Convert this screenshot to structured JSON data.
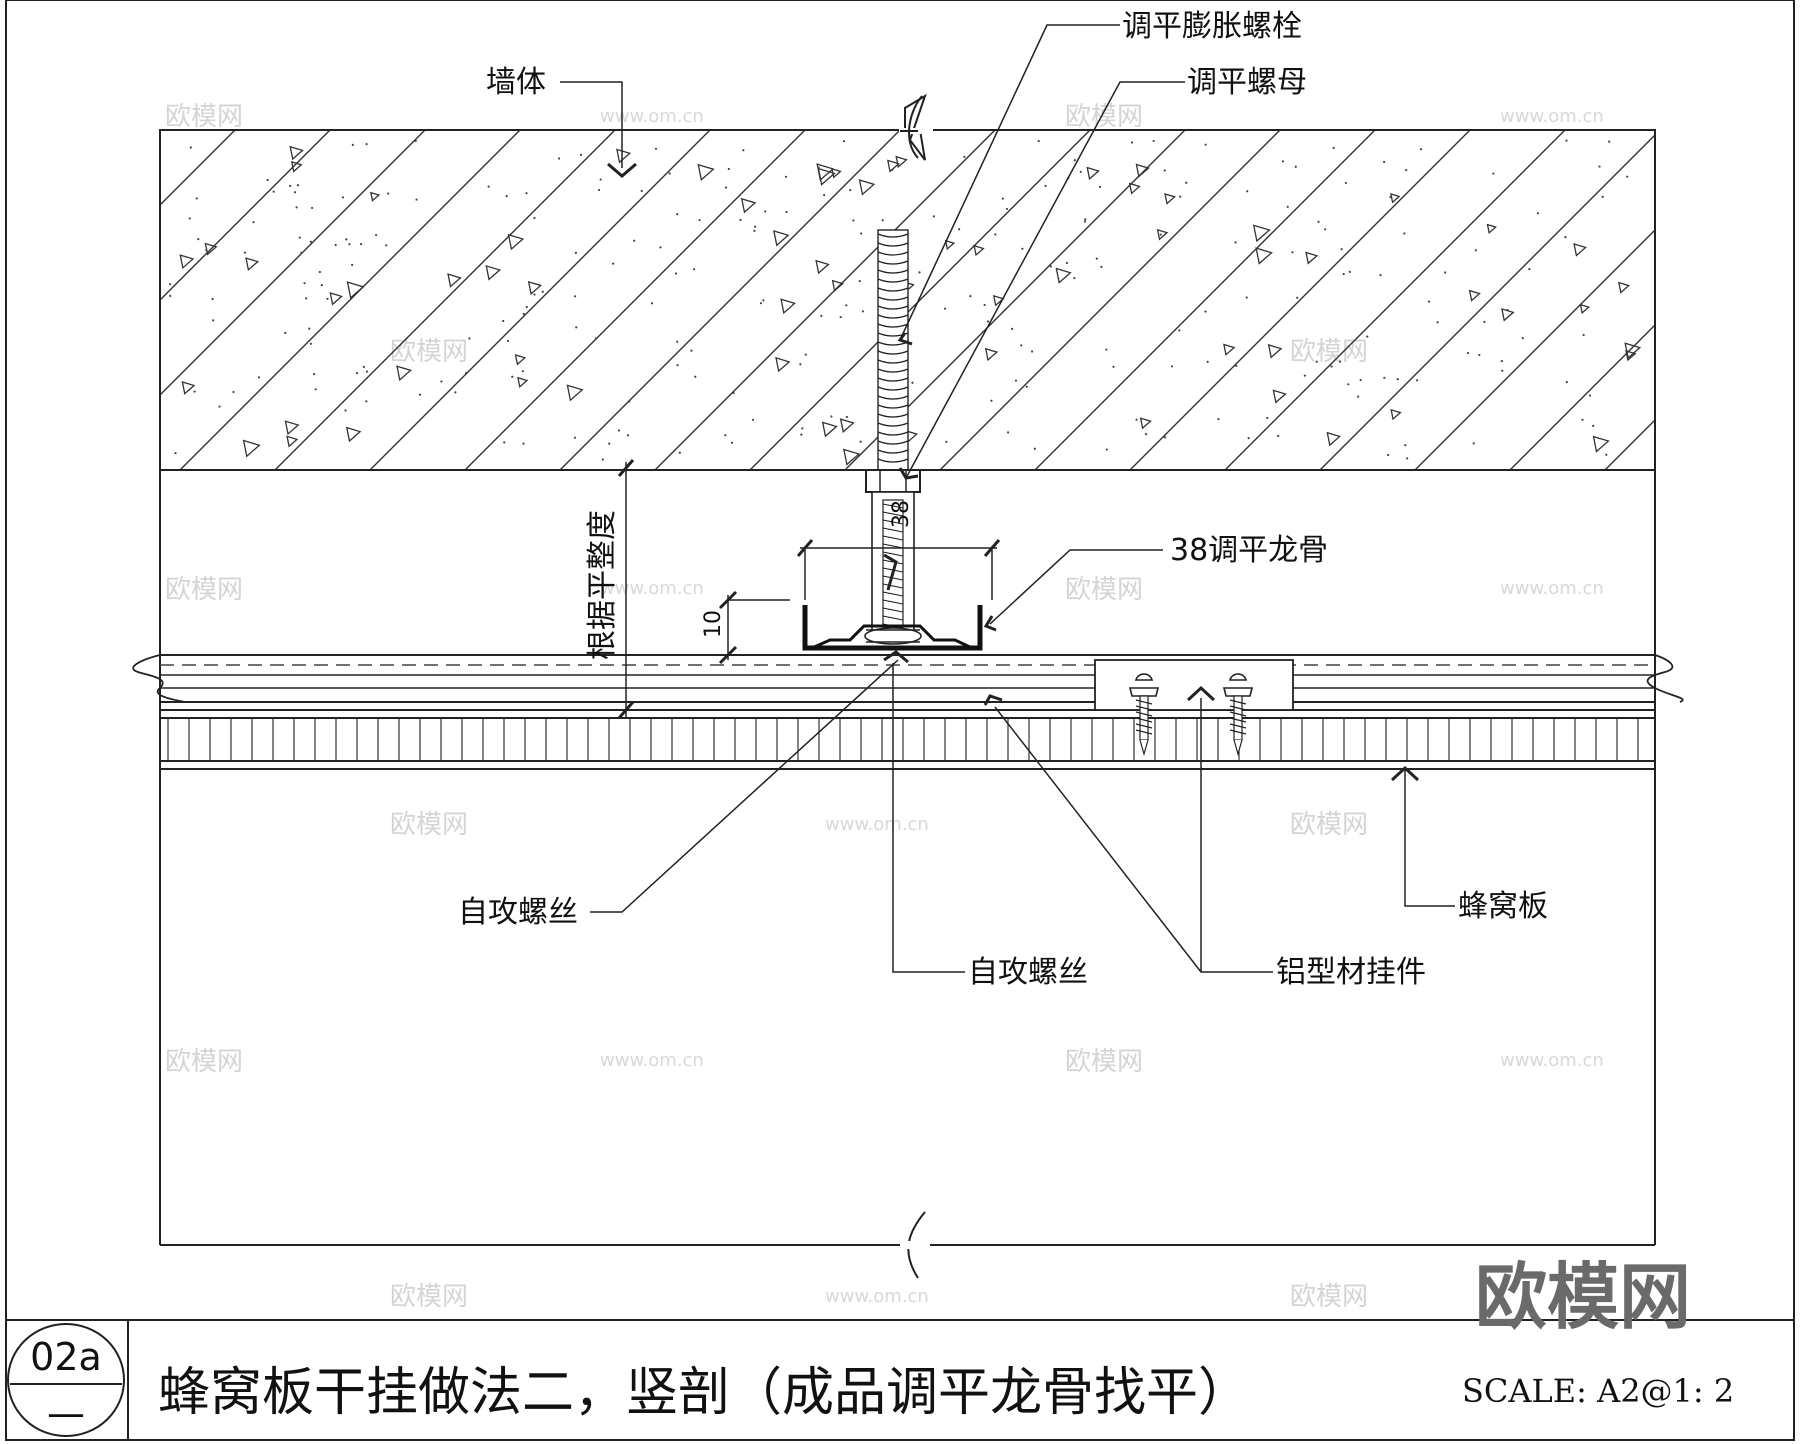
{
  "labels": {
    "wall": "墙体",
    "leveling_bolt": "调平膨胀螺栓",
    "leveling_nut": "调平螺母",
    "leveling_keel": "38调平龙骨",
    "flatness_note": "根据平整度",
    "dim_10": "10",
    "dim_38": "38",
    "self_tapping_screw_left": "自攻螺丝",
    "self_tapping_screw_center": "自攻螺丝",
    "aluminum_hanger": "铝型材挂件",
    "honeycomb_panel": "蜂窝板"
  },
  "title_block": {
    "code": "02a",
    "code_line": "—",
    "title": "蜂窝板干挂做法二，竖剖（成品调平龙骨找平）",
    "scale": "SCALE: A2@1: 2"
  },
  "watermark": {
    "brand": "欧模网",
    "url": "www.om.cn"
  }
}
